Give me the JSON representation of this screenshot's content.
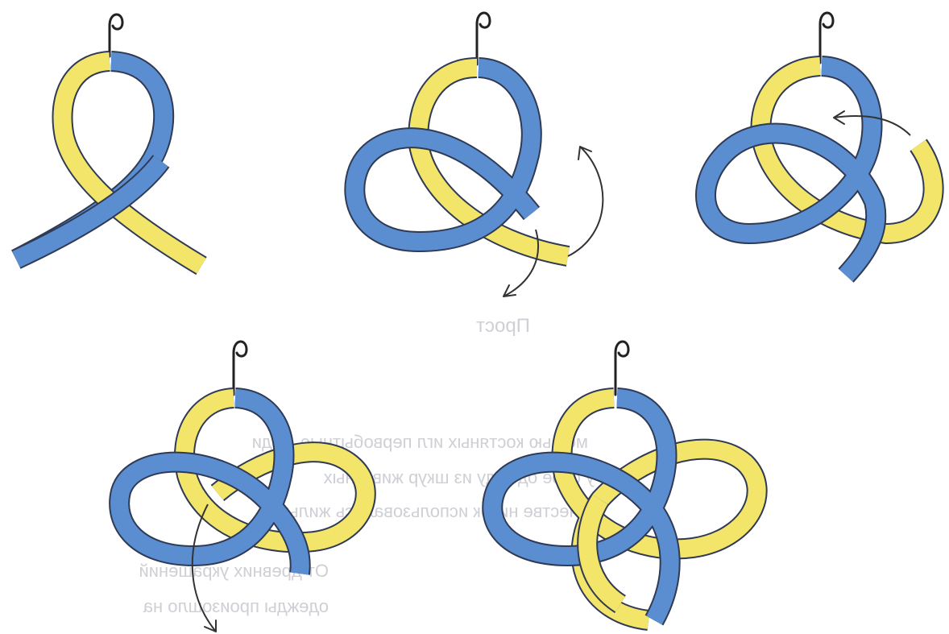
{
  "figure": {
    "steps": [
      {
        "id": "step-1"
      },
      {
        "id": "step-2"
      },
      {
        "id": "step-3"
      },
      {
        "id": "step-4"
      },
      {
        "id": "step-5"
      }
    ],
    "colors": {
      "rope_a": "#5b8ed0",
      "rope_b": "#f3e46a",
      "outline": "#2f3a55",
      "background": "#ffffff",
      "showthrough_text": "#cfcfd6"
    }
  },
  "showthrough": {
    "lines": [
      "мощью костяных игл первобытные люди",
      "у себе одежду из шкур животных",
      "честве ниток использовались жилы.",
      "От древних украшений",
      "одежды произошло на"
    ],
    "label": "Пpocт"
  }
}
